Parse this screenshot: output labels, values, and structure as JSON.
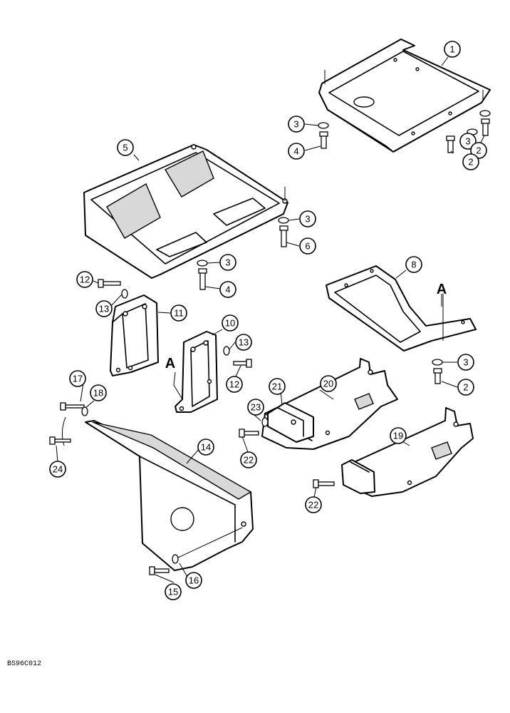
{
  "callouts": {
    "c1": "1",
    "c2a": "2",
    "c2b": "2",
    "c3a": "3",
    "c3b": "3",
    "c3c": "3",
    "c3d": "3",
    "c3e": "3",
    "c4a": "4",
    "c4b": "4",
    "c5": "5",
    "c6": "6",
    "c8": "8",
    "c10": "10",
    "c11": "11",
    "c12a": "12",
    "c12b": "12",
    "c13a": "13",
    "c13b": "13",
    "c14": "14",
    "c15": "15",
    "c16": "16",
    "c17": "17",
    "c18": "18",
    "c19": "19",
    "c20": "20",
    "c21": "21",
    "c22a": "22",
    "c22b": "22",
    "c23": "23",
    "c24": "24",
    "c2c": "2"
  },
  "references": {
    "a_right": "A",
    "a_left": "A"
  },
  "figure_code": "BS96C012"
}
